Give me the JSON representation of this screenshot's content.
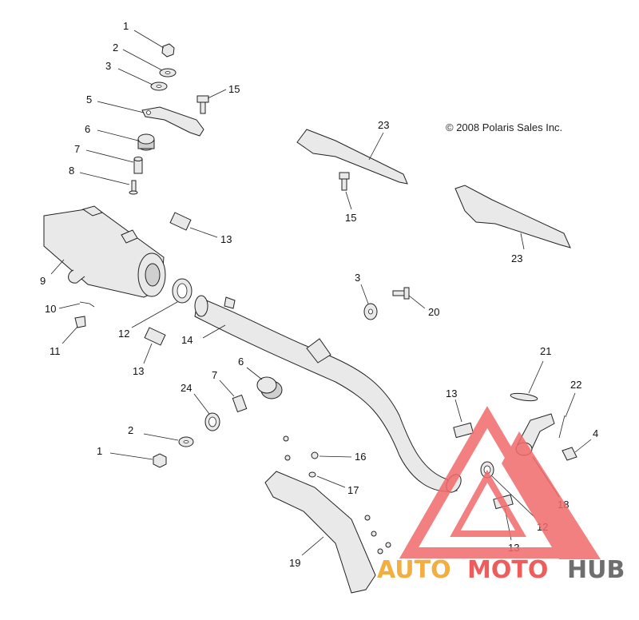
{
  "copyright": "© 2008 Polaris Sales Inc.",
  "callouts": {
    "c1a": "1",
    "c2a": "2",
    "c3a": "3",
    "c5": "5",
    "c15a": "15",
    "c6a": "6",
    "c7a": "7",
    "c8": "8",
    "c23a": "23",
    "c15b": "15",
    "c23b": "23",
    "c13a": "13",
    "c9": "9",
    "c10": "10",
    "c12a": "12",
    "c11": "11",
    "c14": "14",
    "c13b": "13",
    "c3b": "3",
    "c20": "20",
    "c24": "24",
    "c7b": "7",
    "c6b": "6",
    "c21": "21",
    "c22": "22",
    "c13c": "13",
    "c4": "4",
    "c2b": "2",
    "c1b": "1",
    "c16": "16",
    "c17": "17",
    "c18": "18",
    "c12b": "12",
    "c13d": "13",
    "c19": "19"
  },
  "watermark": {
    "auto": "AUTO",
    "moto": "MOTO",
    "hub": "HUB",
    "color_orange": "#f0a020",
    "color_red": "#ee4040",
    "color_dark": "#555555",
    "triangle_color": "#f26a6a"
  }
}
